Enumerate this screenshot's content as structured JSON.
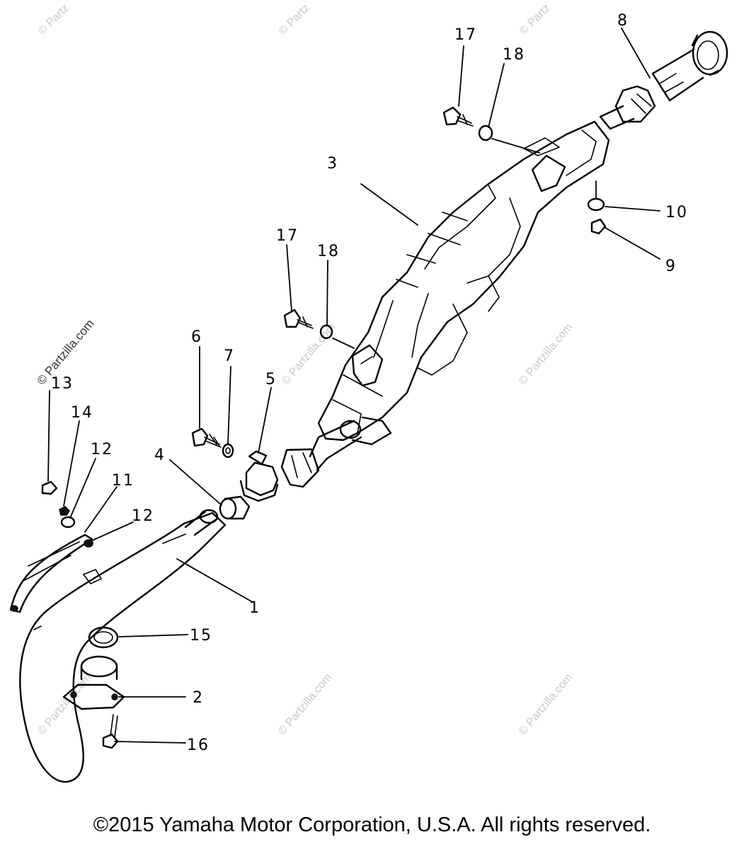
{
  "watermark": "© Partzilla.com",
  "watermark_fragment": "© Partz",
  "copyright": "©2015  Yamaha Motor Corporation, U.S.A. All rights reserved.",
  "callouts": {
    "c1": "1",
    "c2": "2",
    "c3": "3",
    "c4": "4",
    "c5": "5",
    "c6": "6",
    "c7": "7",
    "c8": "8",
    "c9": "9",
    "c10": "10",
    "c11": "11",
    "c12a": "12",
    "c12b": "12",
    "c13": "13",
    "c14": "14",
    "c15": "15",
    "c16": "16",
    "c17a": "17",
    "c17b": "17",
    "c18a": "18",
    "c18b": "18"
  }
}
